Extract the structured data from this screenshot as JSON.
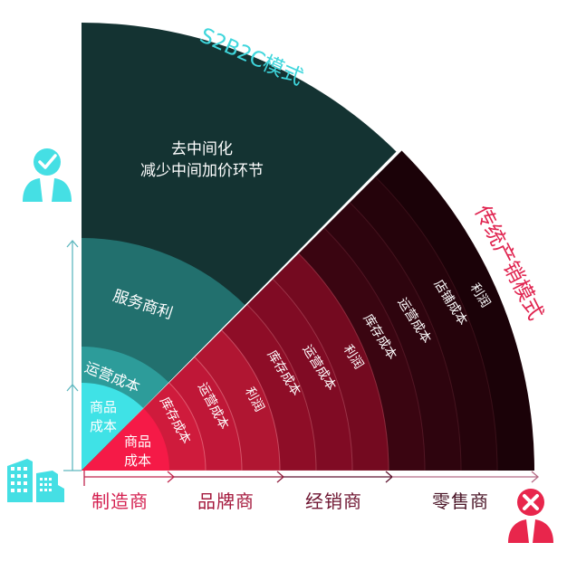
{
  "titles": {
    "s2b2c": "S2B2C模式",
    "traditional": "传统产销模式"
  },
  "colors": {
    "teal_title": "#3fd6dc",
    "red_title": "#e0234f",
    "teal_outer": "#143332",
    "teal_mid": "#22706e",
    "teal_ops": "#2d9c9a",
    "teal_inner": "#3fe2e6",
    "red_bands": [
      "#f51a47",
      "#cf1b3c",
      "#bf1737",
      "#b01632",
      "#8e0d27",
      "#800b24",
      "#740a20",
      "#3a0511",
      "#2e040e",
      "#25030b",
      "#1b0208"
    ],
    "icon_teal": "#45dfe4",
    "icon_red": "#e8264c"
  },
  "s2b2c_labels": {
    "decentralize_line1": "去中间化",
    "decentralize_line2": "减少中间加价环节",
    "service_profit": "服务商利",
    "ops_cost": "运营成本",
    "goods_cost_line1": "商品",
    "goods_cost_line2": "成本"
  },
  "traditional_labels": {
    "goods_cost_line1": "商品",
    "goods_cost_line2": "成本",
    "brand": [
      "库存成本",
      "运营成本",
      "利润"
    ],
    "distributor": [
      "库存成本",
      "运营成本",
      "利润"
    ],
    "retailer": [
      "库存成本",
      "运营成本",
      "店铺成本",
      "利润"
    ]
  },
  "axis": {
    "stages": [
      {
        "label": "制造商",
        "color": "#d42050"
      },
      {
        "label": "品牌商",
        "color": "#a51a3e"
      },
      {
        "label": "经销商",
        "color": "#6e1430"
      },
      {
        "label": "零售商",
        "color": "#4a1527"
      }
    ]
  },
  "icons": {
    "approved_user": "user-check-icon",
    "rejected_user": "user-cross-icon",
    "factory": "buildings-icon"
  }
}
